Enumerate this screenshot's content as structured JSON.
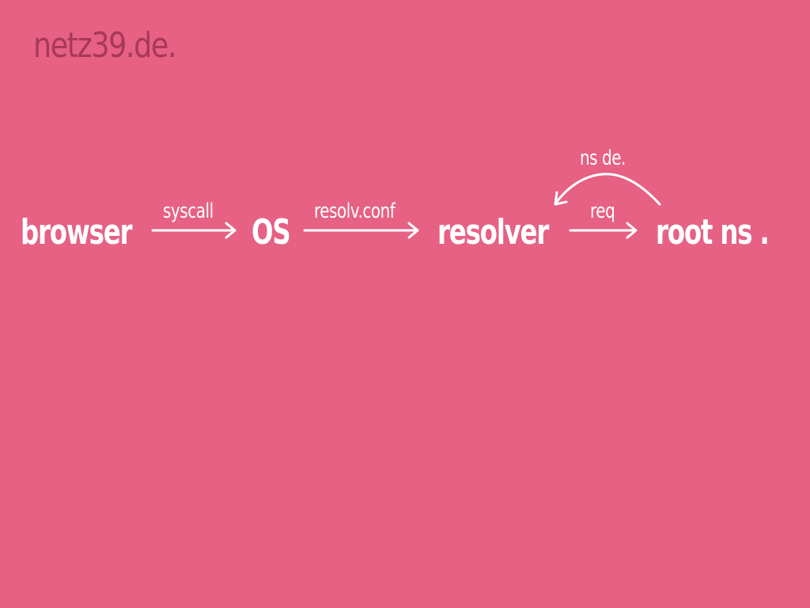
{
  "title": "netz39.de.",
  "diagram": {
    "nodes": {
      "browser": "browser",
      "os": "OS",
      "resolver": "resolver",
      "root": "root ns ."
    },
    "edges": {
      "syscall": "syscall",
      "resolv": "resolv.conf",
      "req": "req",
      "response": "ns de."
    }
  },
  "colors": {
    "background": "#e66184",
    "title": "#a8385a",
    "foreground": "#ffffff"
  }
}
